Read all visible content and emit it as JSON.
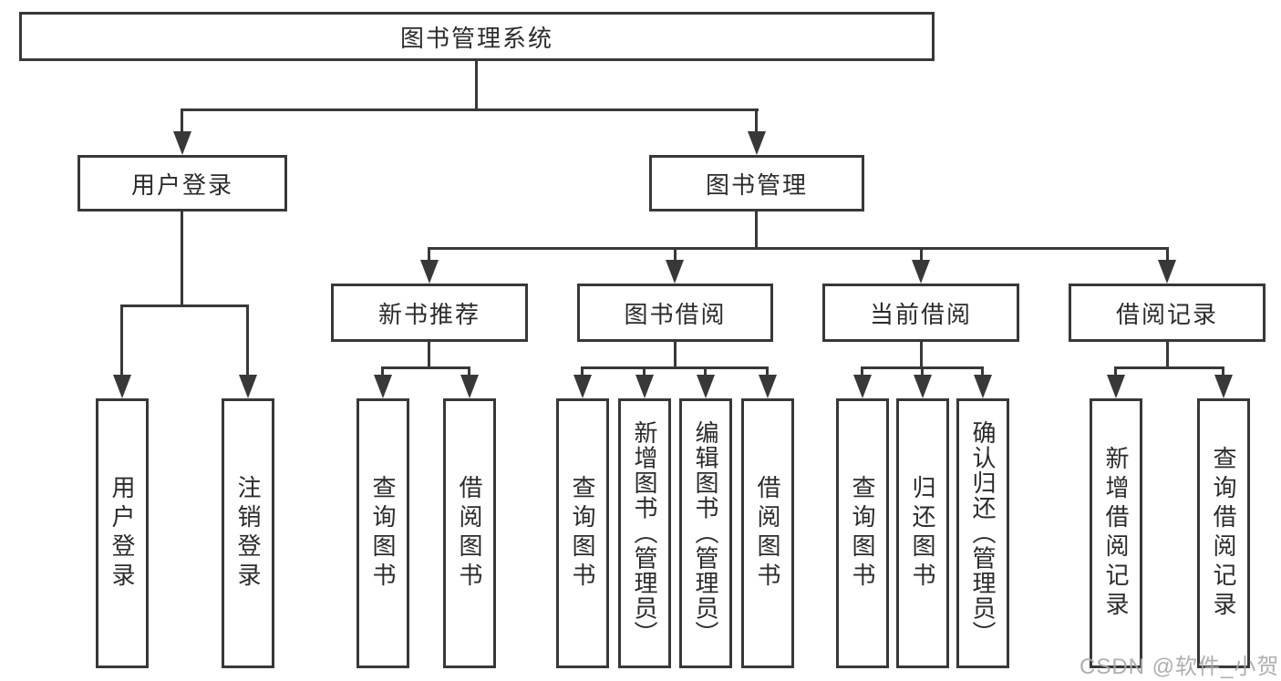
{
  "colors": {
    "line": "#383838",
    "box_border": "#383838",
    "text": "#2b2b2b",
    "watermark": "#a8a8a8",
    "background": "#ffffff"
  },
  "diagram": {
    "title": "图书管理系统",
    "level2": {
      "user_login": "用户登录",
      "book_mgmt": "图书管理"
    },
    "level3": {
      "new_books": "新书推荐",
      "borrowing": "图书借阅",
      "current": "当前借阅",
      "records": "借阅记录"
    },
    "leaves": {
      "login": [
        "用户登录",
        "注销登录"
      ],
      "new_books": [
        "查询图书",
        "借阅图书"
      ],
      "borrowing": [
        "查询图书",
        "新增图书（管理员）",
        "编辑图书（管理员）",
        "借阅图书"
      ],
      "current": [
        "查询图书",
        "归还图书",
        "确认归还（管理员）"
      ],
      "records": [
        "新增借阅记录",
        "查询借阅记录"
      ]
    },
    "watermark": "CSDN @软件_小贺同学"
  }
}
